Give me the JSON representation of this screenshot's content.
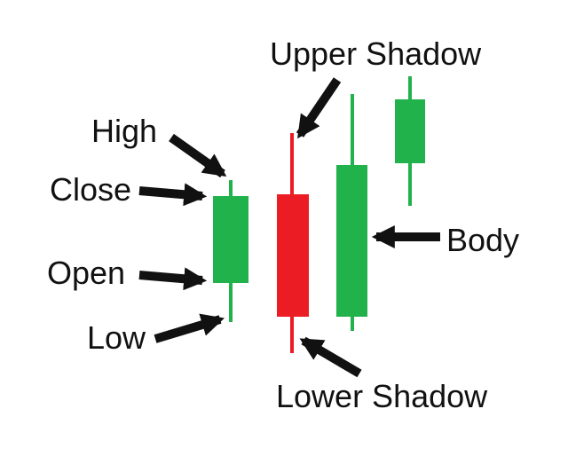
{
  "labels": {
    "upper_shadow": "Upper Shadow",
    "high": "High",
    "close": "Close",
    "open": "Open",
    "low": "Low",
    "body": "Body",
    "lower_shadow": "Lower Shadow"
  },
  "colors": {
    "bullish": "#22b24c",
    "bearish": "#ec1c24",
    "arrow": "#111111",
    "text": "#111111"
  }
}
